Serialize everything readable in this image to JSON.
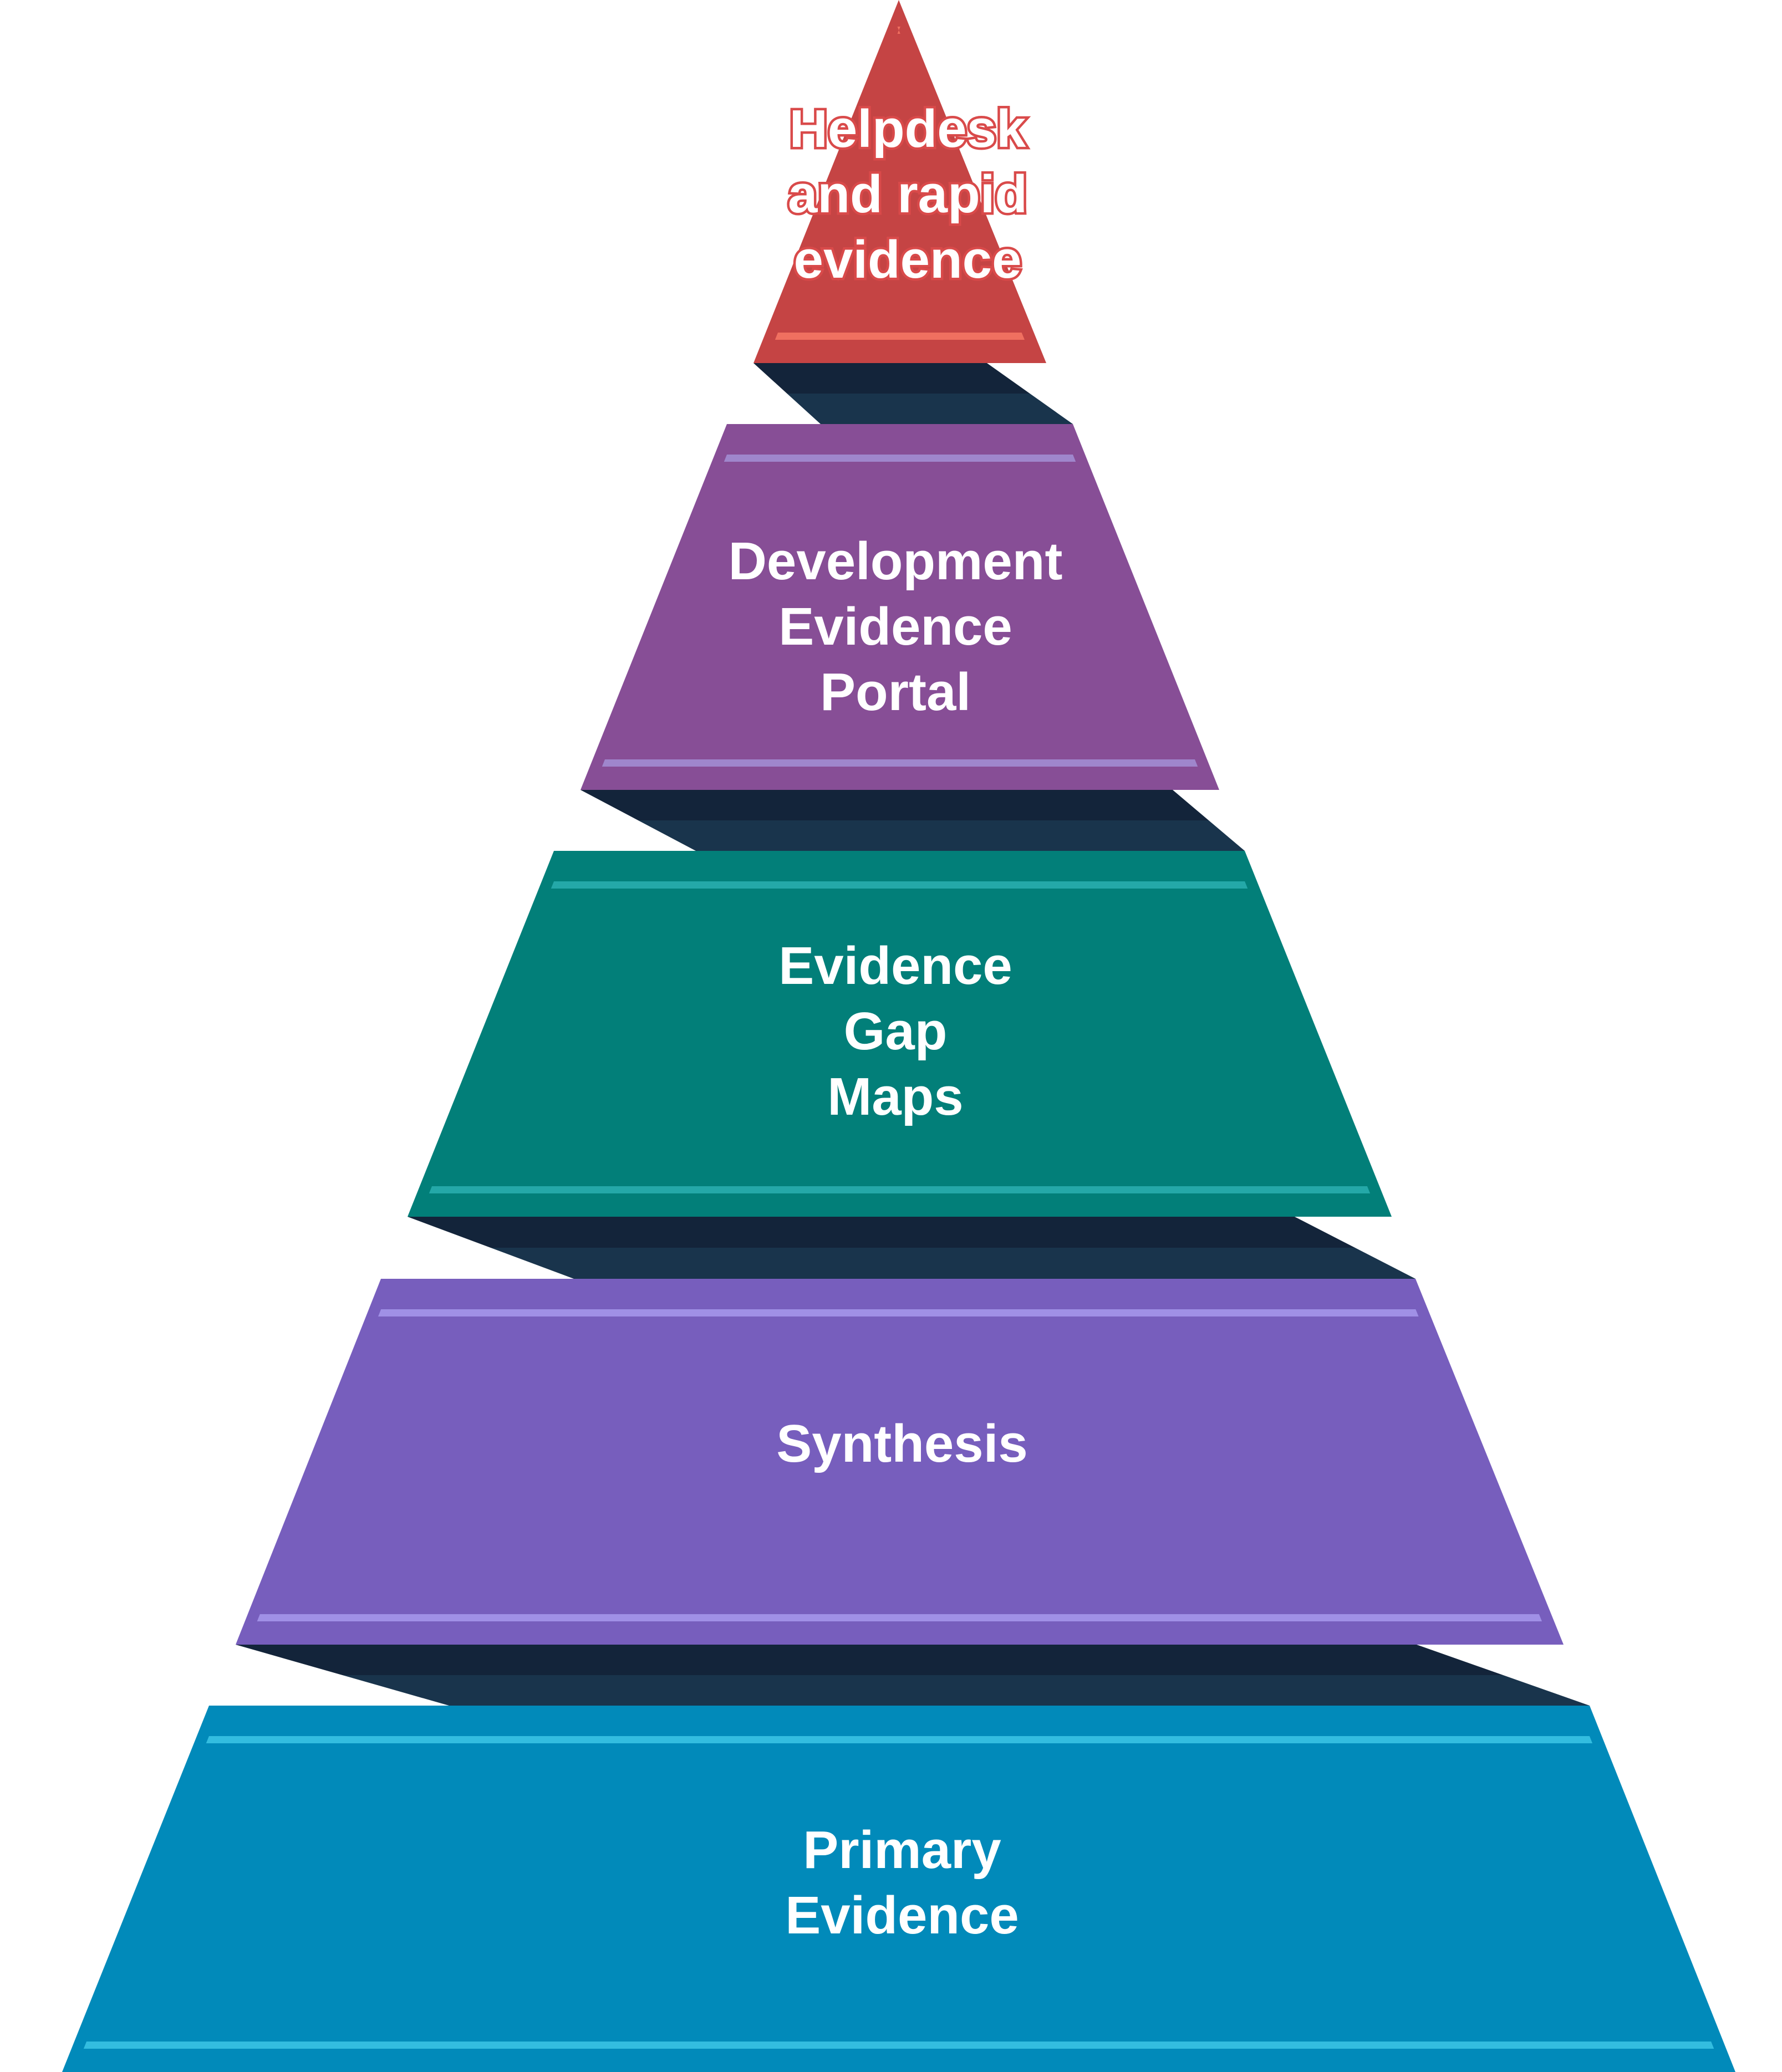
{
  "diagram": {
    "type": "pyramid",
    "connector_colors": {
      "dark": "#13243a",
      "mid": "#19344c"
    },
    "tiers": [
      {
        "id": "helpdesk",
        "label_lines": [
          "Helpdesk",
          "and rapid",
          "evidence"
        ],
        "fill": "#c54444",
        "stripe": "#f07060"
      },
      {
        "id": "development-evidence-portal",
        "label_lines": [
          "Development",
          "Evidence",
          "Portal"
        ],
        "fill": "#874e96",
        "stripe": "#9f86cc"
      },
      {
        "id": "evidence-gap-maps",
        "label_lines": [
          "Evidence",
          "Gap",
          "Maps"
        ],
        "fill": "#027f79",
        "stripe": "#24a8a8"
      },
      {
        "id": "synthesis",
        "label_lines": [
          "Synthesis"
        ],
        "fill": "#775ebd",
        "stripe": "#a090e6"
      },
      {
        "id": "primary-evidence",
        "label_lines": [
          "Primary",
          "Evidence"
        ],
        "fill": "#018aba",
        "stripe": "#33bde0"
      }
    ]
  }
}
